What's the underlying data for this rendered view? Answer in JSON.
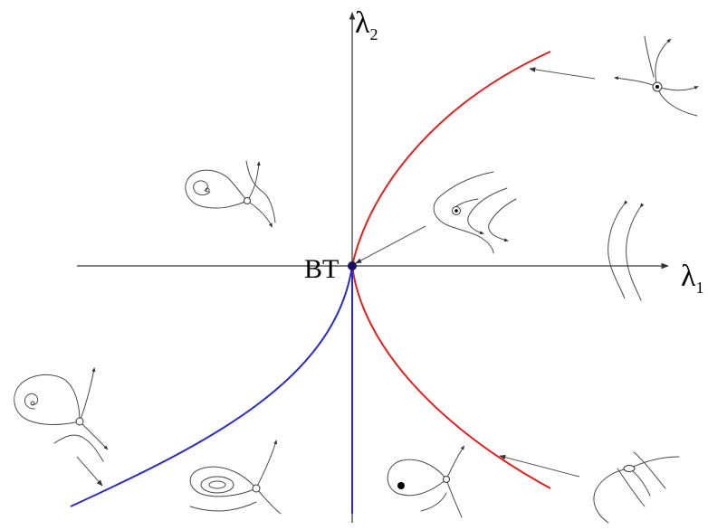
{
  "axes": {
    "x_label": "λ",
    "x_sub": "1",
    "y_label": "λ",
    "y_sub": "2"
  },
  "point_label": "BT",
  "colors": {
    "red_curve": "#e02020",
    "blue_curve": "#2a2acc",
    "axis": "#333333",
    "bt_point": "#1a1060"
  }
}
